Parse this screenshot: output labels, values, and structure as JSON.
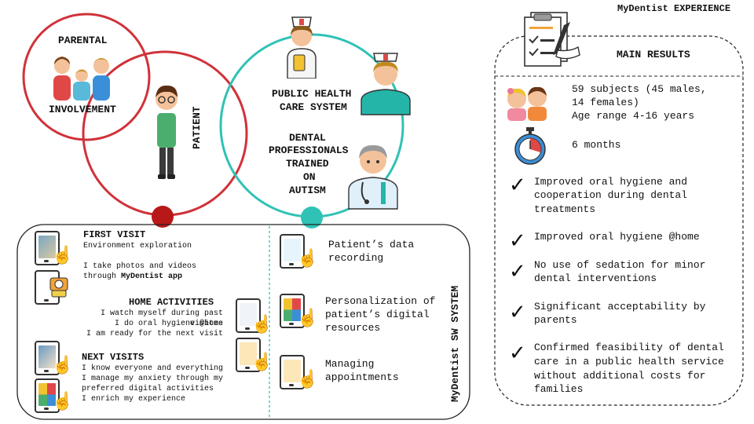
{
  "header_title": "MyDentist EXPERIENCE",
  "venn": {
    "parental_line1": "PARENTAL",
    "parental_line2": "INVOLVEMENT",
    "patient": "PATIENT",
    "public_health_line1": "PUBLIC HEALTH",
    "public_health_line2": "CARE SYSTEM",
    "dental_line1": "DENTAL",
    "dental_line2": "PROFESSIONALS",
    "dental_line3": "TRAINED",
    "dental_line4": "ON",
    "dental_line5": "AUTISM"
  },
  "visits": {
    "first_title": "FIRST VISIT",
    "first_sub": "Environment exploration",
    "first_line1": "I take photos and videos",
    "first_line2_prefix": "through ",
    "first_line2_bold": "MyDentist app",
    "home_title": "HOME ACTIVITIES",
    "home_lines": [
      "I watch myself during past visites",
      "I do oral hygiene @home",
      "I am ready for the next visit"
    ],
    "next_title": "NEXT VISITS",
    "next_lines": [
      "I know everyone and everything",
      "I manage my anxiety through my",
      "preferred digital activities",
      "I enrich my experience"
    ]
  },
  "system": {
    "vertical_label": "MyDentist SW SYSTEM",
    "items": [
      [
        "Patient’s data",
        "recording"
      ],
      [
        "Personalization of",
        "patient’s digital",
        "resources"
      ],
      [
        "Managing",
        "appointments"
      ]
    ]
  },
  "results": {
    "title": "MAIN RESULTS",
    "subjects": [
      "59 subjects (45 males,",
      "14 females)",
      "Age range 4-16 years"
    ],
    "duration": "6 months",
    "checks": [
      [
        "Improved oral hygiene and",
        "cooperation during dental",
        "treatments"
      ],
      [
        "Improved oral hygiene @home"
      ],
      [
        "No use of sedation for minor",
        "dental interventions"
      ],
      [
        "Significant acceptability by",
        "parents"
      ],
      [
        "Confirmed feasibility of dental",
        "care in a public health service",
        "without additional costs for",
        "families"
      ]
    ]
  },
  "colors": {
    "red": "#d0323a",
    "teal": "#2fc2b5",
    "dark_red": "#b81818"
  },
  "icons": [
    "family-icon",
    "boy-icon",
    "nurse-icon",
    "nurse-cap-icon",
    "dentist-icon",
    "checklist-clipboard-icon",
    "children-icon",
    "stopwatch-icon",
    "check-icon",
    "smartphone-icon",
    "pointing-hand-icon"
  ]
}
